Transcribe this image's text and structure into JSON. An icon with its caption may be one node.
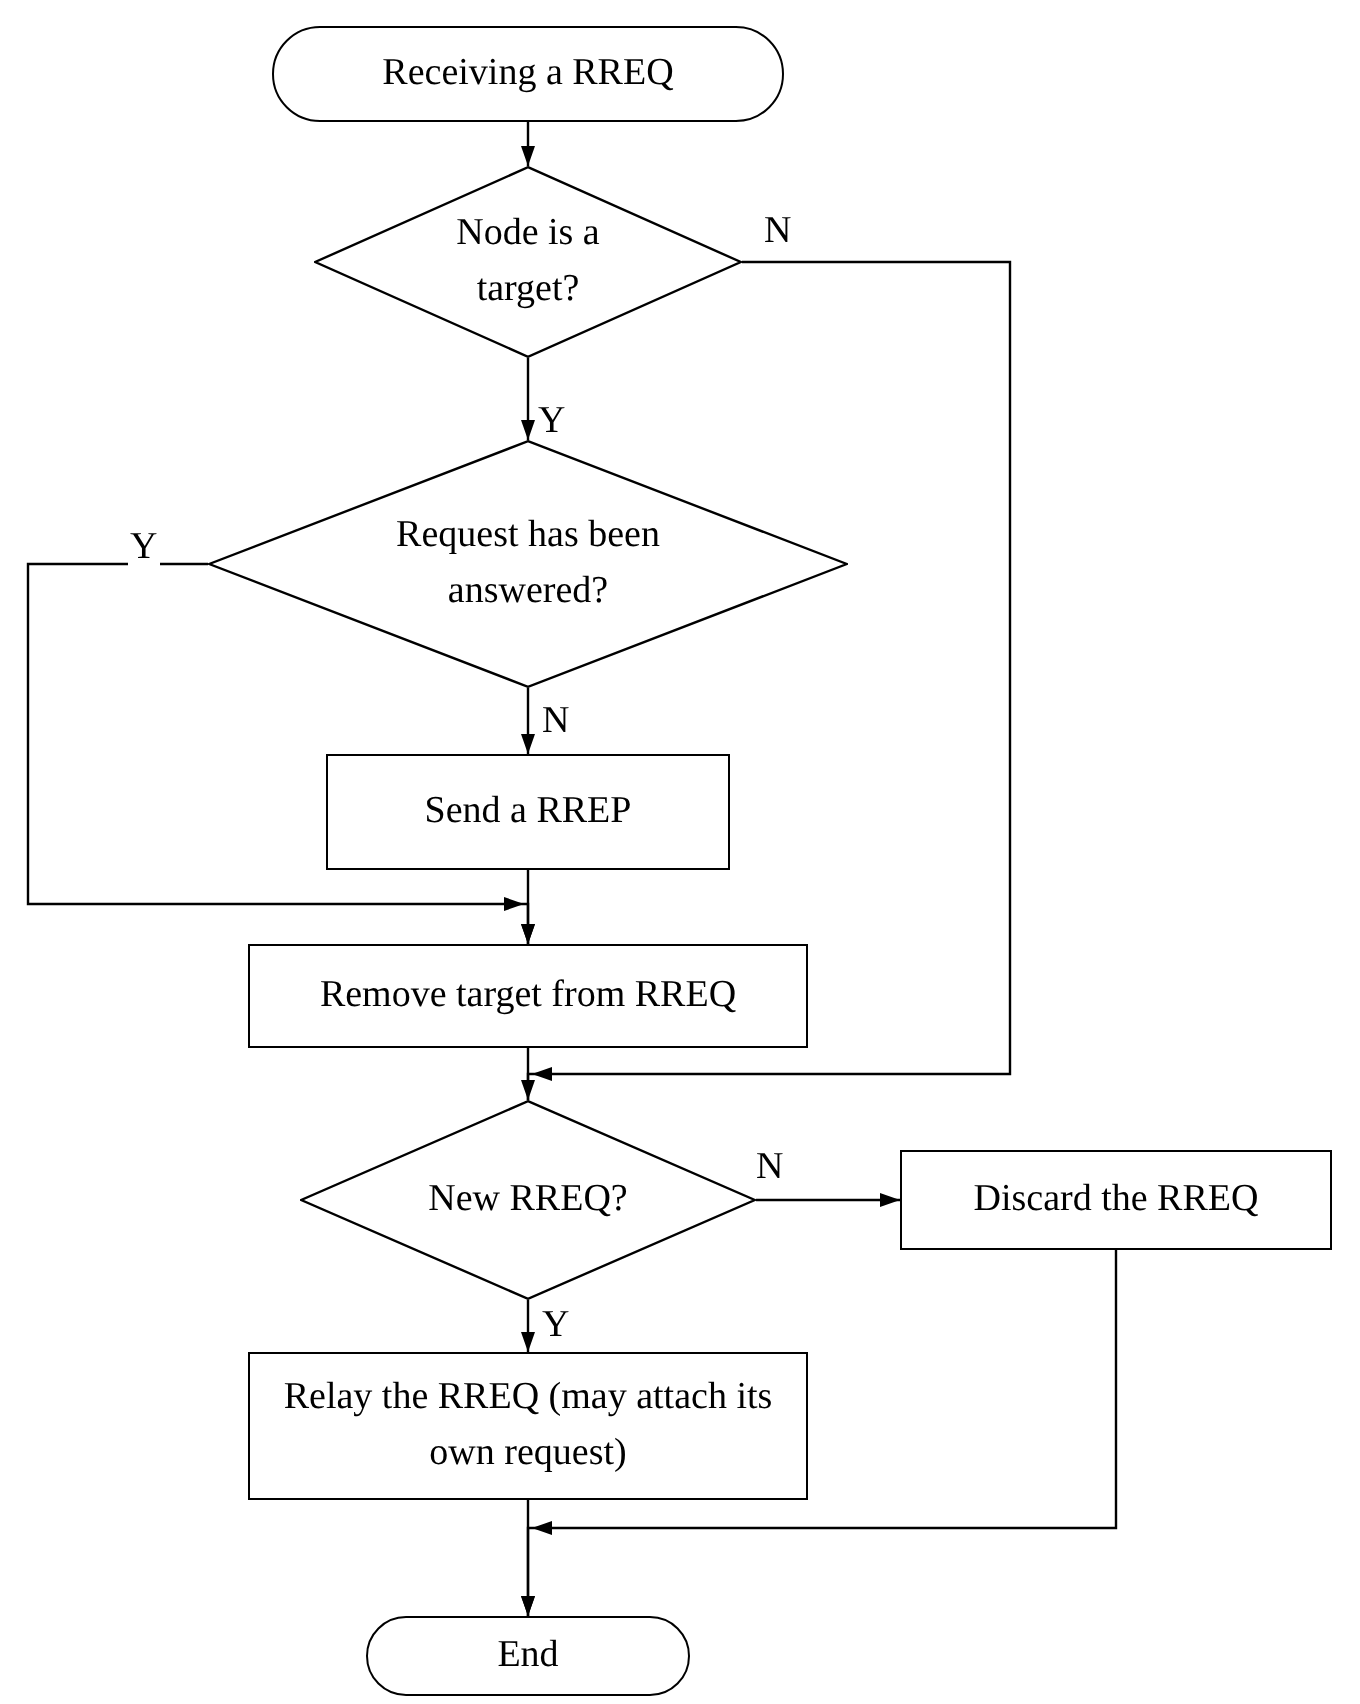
{
  "diagram": {
    "nodes": [
      {
        "text": [
          "Receiving a RREQ"
        ]
      },
      {
        "text": [
          "Node is a target?"
        ]
      },
      {
        "text": [
          "Request has been answered?"
        ]
      },
      {
        "text": [
          "Send a RREP"
        ]
      },
      {
        "text": [
          "Remove target from RREQ"
        ]
      },
      {
        "text": [
          "New RREQ?"
        ]
      },
      {
        "text": [
          "Discard the RREQ"
        ]
      },
      {
        "text": [
          "Relay the RREQ (may attach its own request)"
        ]
      },
      {
        "text": [
          "End"
        ]
      }
    ],
    "edges": [
      {
        "from": 0,
        "to": 1,
        "arrow": "to"
      },
      {
        "from": 1,
        "to": 2,
        "arrow": "to",
        "label": "Y"
      },
      {
        "from": 1,
        "to": 5,
        "arrow": "to",
        "label": "N"
      },
      {
        "from": 2,
        "to": 3,
        "arrow": "to",
        "label": "N"
      },
      {
        "from": 2,
        "to": 4,
        "arrow": "to",
        "label": "Y"
      },
      {
        "from": 3,
        "to": 4,
        "arrow": "to"
      },
      {
        "from": 4,
        "to": 5,
        "arrow": "none"
      },
      {
        "from": 5,
        "to": 6,
        "arrow": "to",
        "label": "N"
      },
      {
        "from": 5,
        "to": 7,
        "arrow": "to",
        "label": "Y"
      },
      {
        "from": 7,
        "to": 8,
        "arrow": "to"
      },
      {
        "from": 6,
        "to": 8,
        "arrow": "to"
      }
    ]
  }
}
